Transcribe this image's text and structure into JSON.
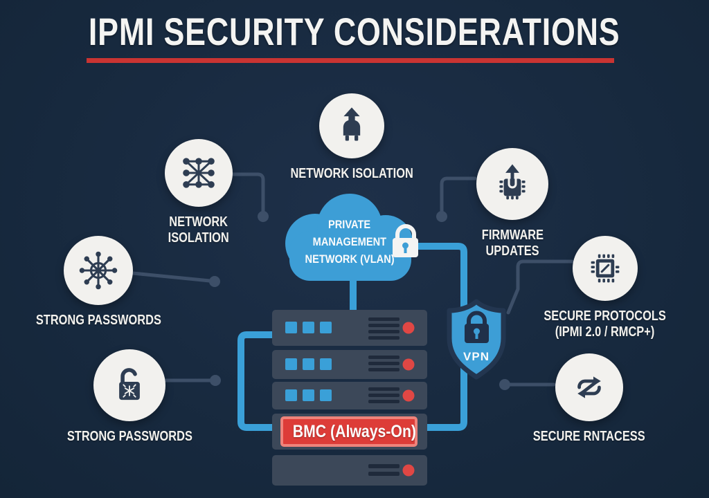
{
  "header": {
    "title": "IPMI SECURITY CONSIDERATIONS"
  },
  "colors": {
    "background": "#17293e",
    "accent_blue": "#3d9ed6",
    "alert_red": "#dd3c38",
    "icon_navy": "#2e3d52",
    "circle_white": "#f2f1ee",
    "connector_gray": "#3d4f68",
    "title_rule_red": "#c93432"
  },
  "cloud": {
    "line1": "PRIVATE",
    "line2": "MANAGEMENT",
    "line3": "NETWORK (VLAN)"
  },
  "vpn": {
    "label": "VPN"
  },
  "server_rack": {
    "bmc_label": "BMC (Always-On)",
    "unit_count": 5
  },
  "nodes": [
    {
      "id": "network-isolation-top",
      "icon": "plug-upload-icon",
      "line1": "NETWORK ISOLATION"
    },
    {
      "id": "network-isolation-left",
      "icon": "mesh-network-icon",
      "line1": "NETWORK",
      "line2": "ISOLATION"
    },
    {
      "id": "strong-passwords-upper",
      "icon": "spoke-wheel-icon",
      "line1": "STRONG PASSWORDS"
    },
    {
      "id": "strong-passwords-lower",
      "icon": "open-padlock-icon",
      "line1": "STRONG PASSWORDS"
    },
    {
      "id": "firmware-updates",
      "icon": "chip-update-icon",
      "line1": "FIRMWARE",
      "line2": "UPDATES"
    },
    {
      "id": "secure-protocols",
      "icon": "chip-slash-icon",
      "line1": "SECURE PROTOCOLS",
      "line2": "(IPMI 2.0 / RMCP+)"
    },
    {
      "id": "secure-access",
      "icon": "shuffle-arrows-icon",
      "line1": "SECURE RNTACESS"
    }
  ]
}
